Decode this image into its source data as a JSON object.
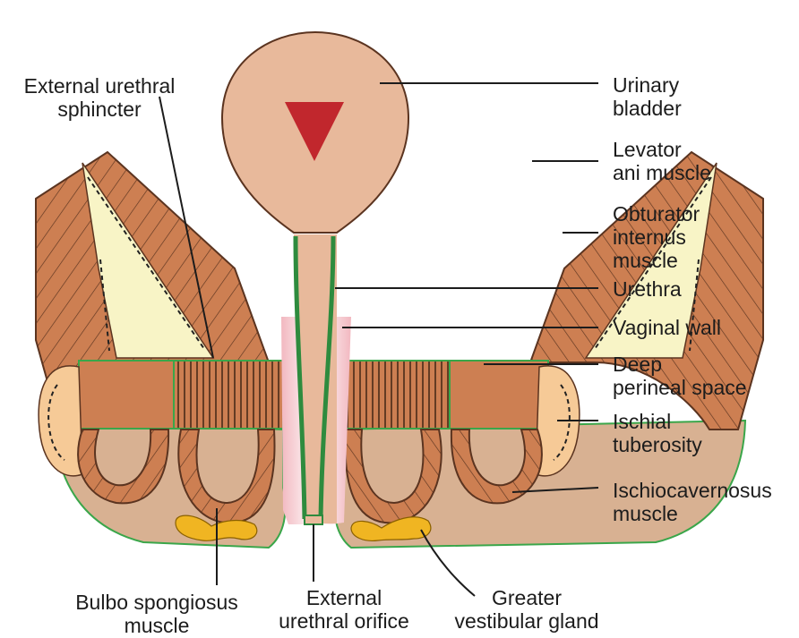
{
  "labels": {
    "external_urethral_sphincter": [
      "External urethral",
      "sphincter"
    ],
    "urinary_bladder": [
      "Urinary",
      "bladder"
    ],
    "levator_ani": [
      "Levator",
      "ani muscle"
    ],
    "obturator_internus": [
      "Obturator",
      "internus",
      "muscle"
    ],
    "urethra": [
      "Urethra"
    ],
    "vaginal_wall": [
      "Vaginal wall"
    ],
    "deep_perineal_space": [
      "Deep",
      "perineal space"
    ],
    "ischial_tuberosity": [
      "Ischial",
      "tuberosity"
    ],
    "ischiocavernosus": [
      "Ischiocavernosus",
      "muscle"
    ],
    "bulbo_spongiosus": [
      "Bulbo spongiosus",
      "muscle"
    ],
    "external_urethral_orifice": [
      "External",
      "urethral orifice"
    ],
    "greater_vestibular_gland": [
      "Greater",
      "vestibular gland"
    ]
  },
  "colors": {
    "muscle": "#cd7f52",
    "muscle_stroke": "#5b3420",
    "bladder": "#e8b99b",
    "fat_fill": "#d8b192",
    "fossa": "#f8f4c6",
    "tuberosity": "#f6ca97",
    "urethra_wall": "#2e8b3e",
    "vaginal_wall": "#f4c3c8",
    "gland": "#f0b522",
    "triangle": "#c1272d"
  }
}
